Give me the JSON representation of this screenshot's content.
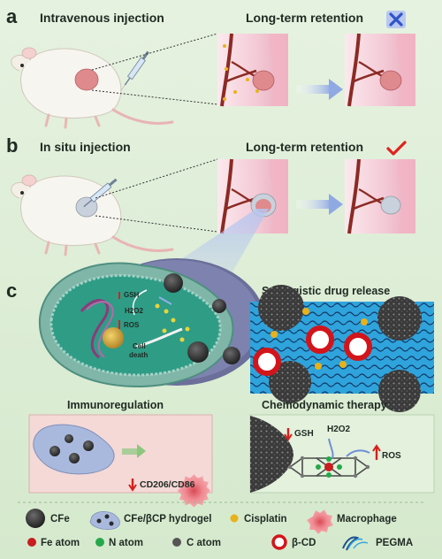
{
  "panel_a": {
    "letter": "a",
    "left_title": "Intravenous injection",
    "right_title": "Long-term retention",
    "status_icon": "cross-icon"
  },
  "panel_b": {
    "letter": "b",
    "left_title": "In situ injection",
    "right_title": "Long-term retention",
    "status_icon": "check-icon"
  },
  "panel_c": {
    "letter": "c",
    "cell_labels": {
      "gsh": "GSH",
      "h2o2": "H2O2",
      "ros": "ROS",
      "cell_death_1": "Cell",
      "cell_death_2": "death"
    },
    "synergistic_title": "Synergistic drug release",
    "immuno_title": "Immunoregulation",
    "immuno_marker": "CD206/CD86",
    "chemo_title": "Chemodynamic therapy",
    "chemo_labels": {
      "gsh": "GSH",
      "h2o2": "H2O2",
      "ros": "ROS"
    }
  },
  "legend": {
    "row1": [
      "CFe",
      "CFe/βCP hydrogel",
      "Cisplatin",
      "Macrophage"
    ],
    "row2": [
      "Fe atom",
      "N atom",
      "C atom",
      "β-CD",
      "PEGMA"
    ]
  },
  "colors": {
    "background": "#dcedd5",
    "vessel": "#8c2a24",
    "tumor": "#e0888a",
    "cisplatin": "#e8b21a",
    "fe_atom": "#c81e1e",
    "n_atom": "#26a84a",
    "macrophage": "#ef8a8f",
    "arrow": "#9fb4e6"
  }
}
